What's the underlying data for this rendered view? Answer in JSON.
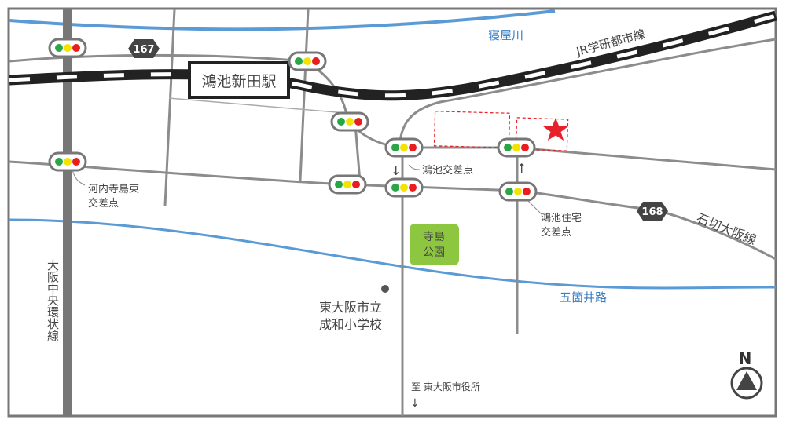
{
  "station": {
    "name": "鴻池新田駅"
  },
  "rail": {
    "name": "JR学研都市線"
  },
  "rivers": {
    "north": "寝屋川",
    "south": "五箇井路"
  },
  "routes": {
    "r167": "167",
    "r168": "168"
  },
  "roads": {
    "ring": "大阪中央環状線",
    "ishikiri": "石切大阪線",
    "to_city_hall": "至 東大阪市役所",
    "arrow_down": "↓"
  },
  "intersections": {
    "kawachi_line1": "河内寺島東",
    "kawachi_line2": "交差点",
    "konoike": "鴻池交差点",
    "jutaku_line1": "鴻池住宅",
    "jutaku_line2": "交差点"
  },
  "park": {
    "line1": "寺島",
    "line2": "公園"
  },
  "school": {
    "line1": "東大阪市立",
    "line2": "成和小学校"
  },
  "compass": {
    "label": "N"
  },
  "arrows": {
    "down": "↓",
    "up": "↑"
  },
  "colors": {
    "river": "#5b9bd5",
    "road": "#8c8c8c",
    "rail_dark": "#222222",
    "park": "#8dc63f",
    "star": "#e8202a",
    "signal_green": "#27a844",
    "signal_yellow": "#f2e300",
    "signal_red": "#e81d1d"
  }
}
